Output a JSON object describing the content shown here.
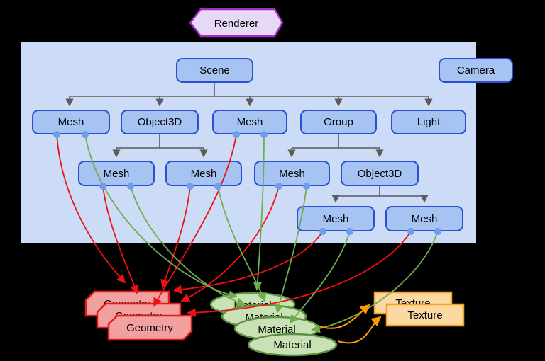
{
  "renderer": {
    "label": "Renderer",
    "fill": "#e6d9f5",
    "border": "#a32cc4"
  },
  "panel": {
    "fill": "#ccdcf6",
    "background": "#000000"
  },
  "scene": {
    "label": "Scene"
  },
  "camera": {
    "label": "Camera"
  },
  "tree": {
    "row1": [
      {
        "label": "Mesh"
      },
      {
        "label": "Object3D"
      },
      {
        "label": "Mesh"
      },
      {
        "label": "Group"
      },
      {
        "label": "Light"
      }
    ],
    "row2": [
      {
        "label": "Mesh"
      },
      {
        "label": "Mesh"
      },
      {
        "label": "Mesh"
      },
      {
        "label": "Object3D"
      }
    ],
    "row3": [
      {
        "label": "Mesh"
      },
      {
        "label": "Mesh"
      }
    ]
  },
  "resources": {
    "geometry": {
      "label": "Geometry",
      "count": 3,
      "fill": "#f2a0a0",
      "border": "#e31b1b"
    },
    "material": {
      "label": "Material",
      "count": 4,
      "fill": "#c8e2b6",
      "border": "#5d9041"
    },
    "texture": {
      "label": "Texture",
      "count": 2,
      "fill": "#fcd9a2",
      "border": "#f2a127"
    }
  },
  "links": {
    "tree_edge_color": "#5c5c5c",
    "geometry_link_color": "#ee1111",
    "material_link_color": "#6fae4e",
    "texture_link_color": "#ff9800",
    "connector_dot_color": "#6d9eeb",
    "node_fill": "#a6c3f2",
    "node_border": "#2a4fd0"
  }
}
